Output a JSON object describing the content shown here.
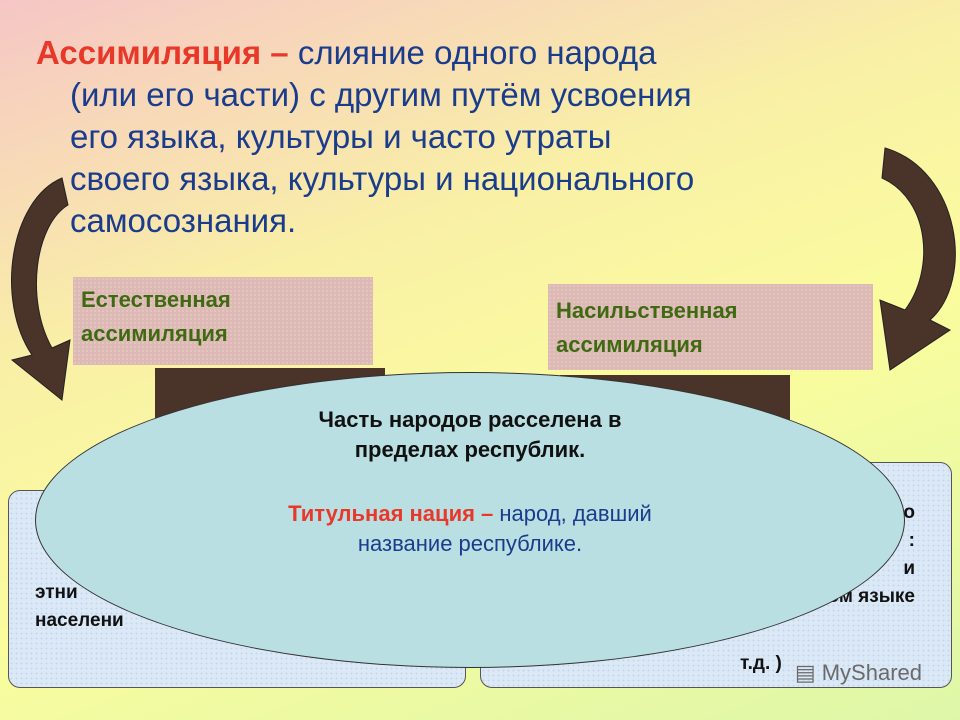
{
  "definition": {
    "term": "Ассимиляция –",
    "lines": [
      " слияние одного народа",
      "(или его части) с другим путём усвоения",
      "его языка, культуры и часто утраты",
      "своего языка, культуры и национального",
      "самосознания."
    ]
  },
  "boxes": {
    "natural": {
      "line1": "Естественная",
      "line2": "ассимиляция"
    },
    "forced": {
      "line1": "Насильственная",
      "line2": "ассимиляция"
    }
  },
  "scrolls": {
    "left": [
      "этни",
      "населени"
    ],
    "right": [
      "о",
      ":",
      "и",
      "ном языке",
      "т.д. )"
    ]
  },
  "oval": {
    "statement_line1": "Часть народов расселена в",
    "statement_line2": "пределах республик.",
    "term": "Титульная нация –",
    "definition_line1": " народ, давший",
    "definition_line2": "название республике."
  },
  "watermark": "MyShared",
  "colors": {
    "term": "#e8382a",
    "text": "#1a3c8c",
    "box_text": "#3f6a12",
    "oval": "#b9dfe2",
    "arrow": "#4a3328"
  }
}
